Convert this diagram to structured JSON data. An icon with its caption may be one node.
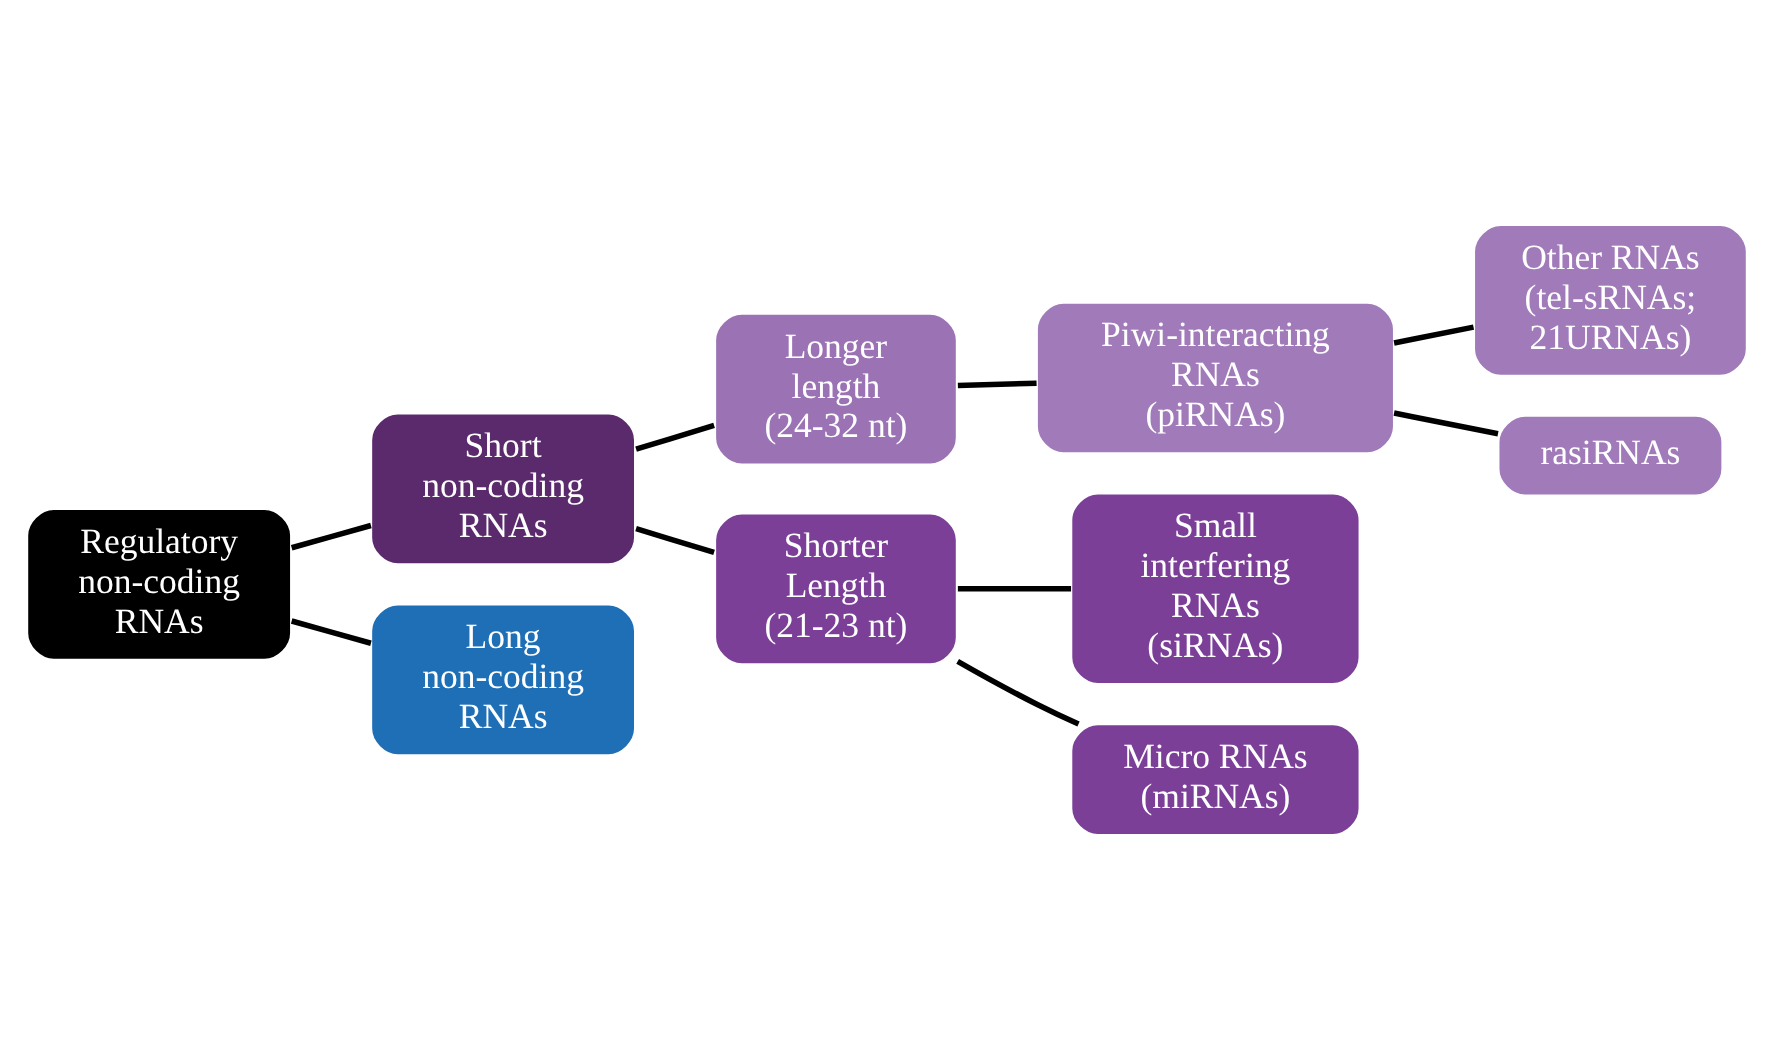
{
  "diagram": {
    "nodes": [
      {
        "text": [
          "Regulatory non-coding RNAs"
        ]
      },
      {
        "text": [
          "Short non-coding RNAs"
        ]
      },
      {
        "text": [
          "Long non-coding RNAs"
        ]
      },
      {
        "text": [
          "Longer length (24-32 nt)"
        ]
      },
      {
        "text": [
          "Shorter Length (21-23 nt)"
        ]
      },
      {
        "text": [
          "Piwi-interacting RNAs (piRNAs)"
        ]
      },
      {
        "text": [
          "Other RNAs (tel-sRNAs; 21URNAs)"
        ]
      },
      {
        "text": [
          "rasiRNAs"
        ]
      },
      {
        "text": [
          "Small interfering RNAs (siRNAs)"
        ]
      },
      {
        "text": [
          "Micro RNAs (miRNAs)"
        ]
      }
    ],
    "edges": [
      {
        "from": 0,
        "to": 1,
        "arrow": "none"
      },
      {
        "from": 0,
        "to": 2,
        "arrow": "none"
      },
      {
        "from": 1,
        "to": 3,
        "arrow": "none"
      },
      {
        "from": 1,
        "to": 4,
        "arrow": "none"
      },
      {
        "from": 3,
        "to": 5,
        "arrow": "none"
      },
      {
        "from": 5,
        "to": 6,
        "arrow": "none"
      },
      {
        "from": 5,
        "to": 7,
        "arrow": "none"
      },
      {
        "from": 4,
        "to": 8,
        "arrow": "none"
      },
      {
        "from": 4,
        "to": 9,
        "arrow": "none"
      }
    ]
  }
}
